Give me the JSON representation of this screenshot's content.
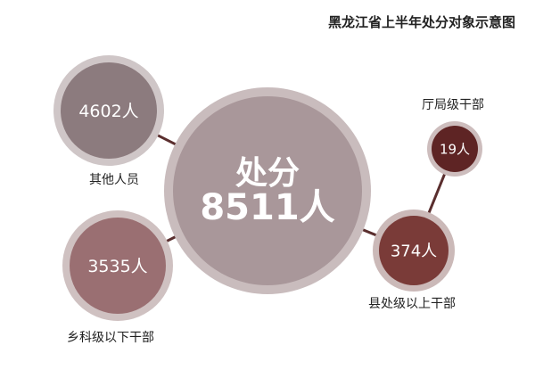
{
  "diagram": {
    "title": "黑龙江省上半年处分对象示意图",
    "center": {
      "label_line1": "处分",
      "label_line2": "8511人",
      "total": 8511,
      "fill": "#a9979a",
      "ring": "#c9bcbd"
    },
    "nodes": [
      {
        "id": "other",
        "value_text": "4602人",
        "value": 4602,
        "caption": "其他人员",
        "fill": "#8c7b7e",
        "ring": "#cfc6c7",
        "parent": "center"
      },
      {
        "id": "township",
        "value_text": "3535人",
        "value": 3535,
        "caption": "乡科级以下干部",
        "fill": "#9a6f72",
        "ring": "#cfc1c1",
        "parent": "center"
      },
      {
        "id": "county",
        "value_text": "374人",
        "value": 374,
        "caption": "县处级以上干部",
        "fill": "#7a3b38",
        "ring": "#cbb9b8",
        "parent": "center"
      },
      {
        "id": "bureau",
        "value_text": "19人",
        "value": 19,
        "caption": "厅局级干部",
        "fill": "#5e2424",
        "ring": "#cdbdbd",
        "parent": "county"
      }
    ],
    "connector_color": "#5a2e2e"
  }
}
